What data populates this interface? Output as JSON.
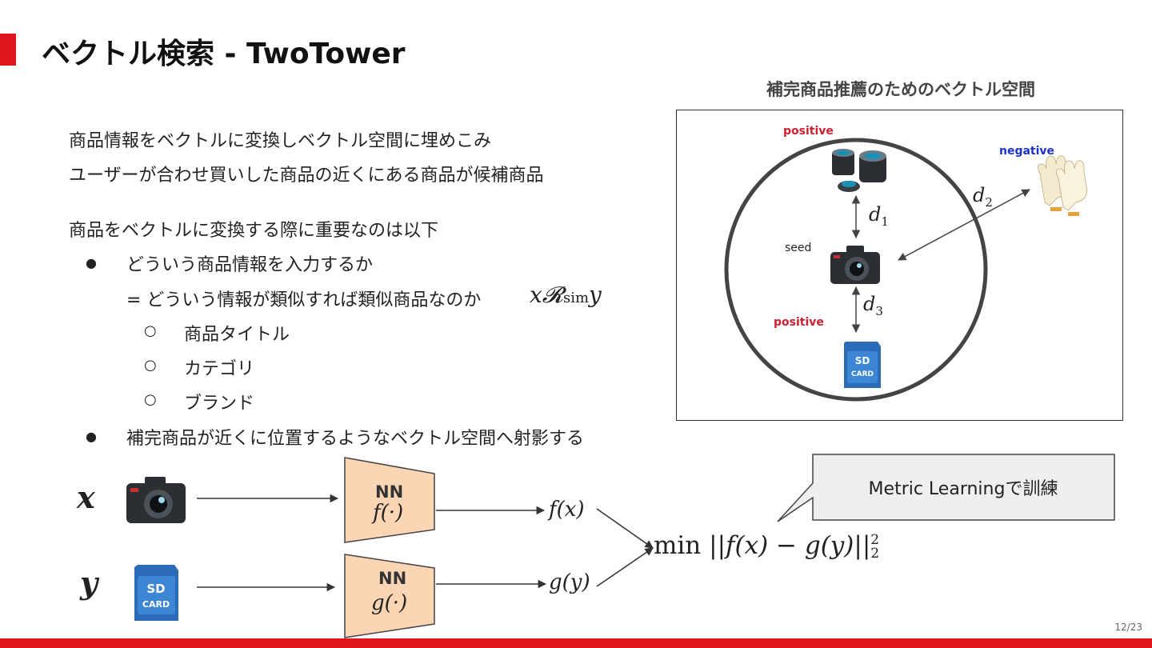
{
  "slide": {
    "title": "ベクトル検索 - TwoTower",
    "page_number": "12/23",
    "accent_color": "#e0161f"
  },
  "content": {
    "line1": "商品情報をベクトルに変換しベクトル空間に埋めこみ",
    "line2": "ユーザーが合わせ買いした商品の近くにある商品が候補商品",
    "line3": "商品をベクトルに変換する際に重要なのは以下",
    "bullet1": "どういう商品情報を入力するか",
    "bullet1_sub": "= どういう情報が類似すれば類似商品なのか",
    "bullet1_formula_x": "x",
    "bullet1_formula_r": "𝓡",
    "bullet1_formula_sub": "sim",
    "bullet1_formula_y": "y",
    "sub_items": [
      "商品タイトル",
      "カテゴリ",
      "ブランド"
    ],
    "bullet2": "補完商品が近くに位置するようなベクトル空間へ射影する",
    "bullet_glyph": "●",
    "sub_glyph": "○"
  },
  "panel": {
    "title": "補完商品推薦のためのベクトル空間",
    "positive_top": "positive",
    "negative": "negative",
    "seed": "seed",
    "positive_bottom": "positive",
    "d1": "d",
    "d1_sub": "1",
    "d2": "d",
    "d2_sub": "2",
    "d3": "d",
    "d3_sub": "3",
    "positive_color": "#cc1f2f",
    "negative_color": "#1a33cc",
    "icons": [
      "camera-lenses-icon",
      "work-gloves-icon",
      "camera-icon",
      "sd-card-icon"
    ]
  },
  "diagram": {
    "x_label": "x",
    "y_label": "y",
    "nn_top_label": "NN",
    "nn_top_func": "f(·)",
    "nn_bottom_label": "NN",
    "nn_bottom_func": "g(·)",
    "fx": "f(x)",
    "gy": "g(y)",
    "objective_min": "min",
    "objective_body": "||f(x) − g(y)||",
    "objective_sup": "2",
    "objective_sub": "2",
    "callout": "Metric Learningで訓練",
    "nn_fill": "#fcd5b5",
    "sd_card_text_top": "SD",
    "sd_card_text_bottom": "CARD"
  }
}
